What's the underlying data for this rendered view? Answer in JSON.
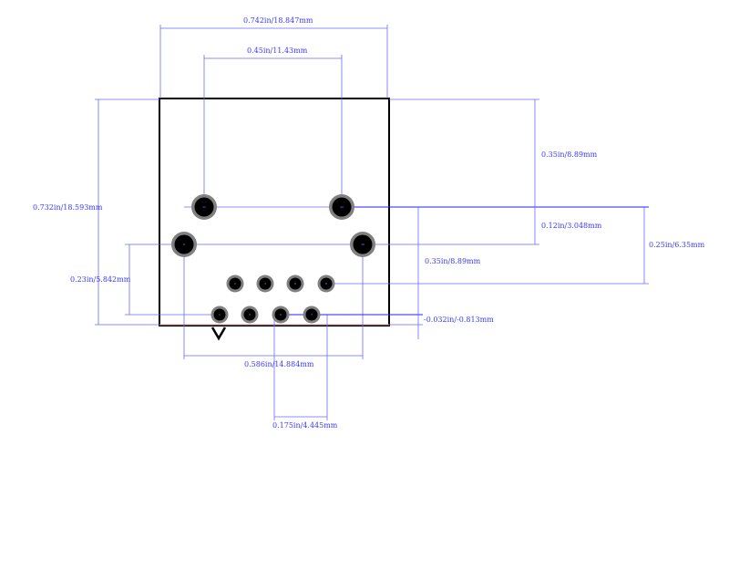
{
  "dimensions": {
    "overall_width": "0.742in/18.847mm",
    "mount_top_spacing": "0.45in/11.43mm",
    "overall_height": "0.732in/18.593mm",
    "mount_bottom_to_row": "0.23in/5.842mm",
    "top_to_mount": "0.35in/8.89mm",
    "mount_row_offset": "0.12in/3.048mm",
    "mount_to_pin_row2": "0.25in/6.35mm",
    "mount_to_pin_row1": "0.35in/8.89mm",
    "pin_row_to_edge": "-0.032in/-0.813mm",
    "mount_bottom_spacing": "0.586in/14.884mm",
    "pin_pitch": "0.175in/4.445mm"
  },
  "pads": {
    "mount": [
      "11",
      "12",
      "9",
      "10"
    ],
    "row_top": [
      "2",
      "4",
      "6",
      "8"
    ],
    "row_bottom": [
      "1",
      "3",
      "5",
      "7"
    ]
  },
  "colors": {
    "dimension": "#3a3aff",
    "outline": "#000000",
    "pad_ring": "#808080"
  }
}
